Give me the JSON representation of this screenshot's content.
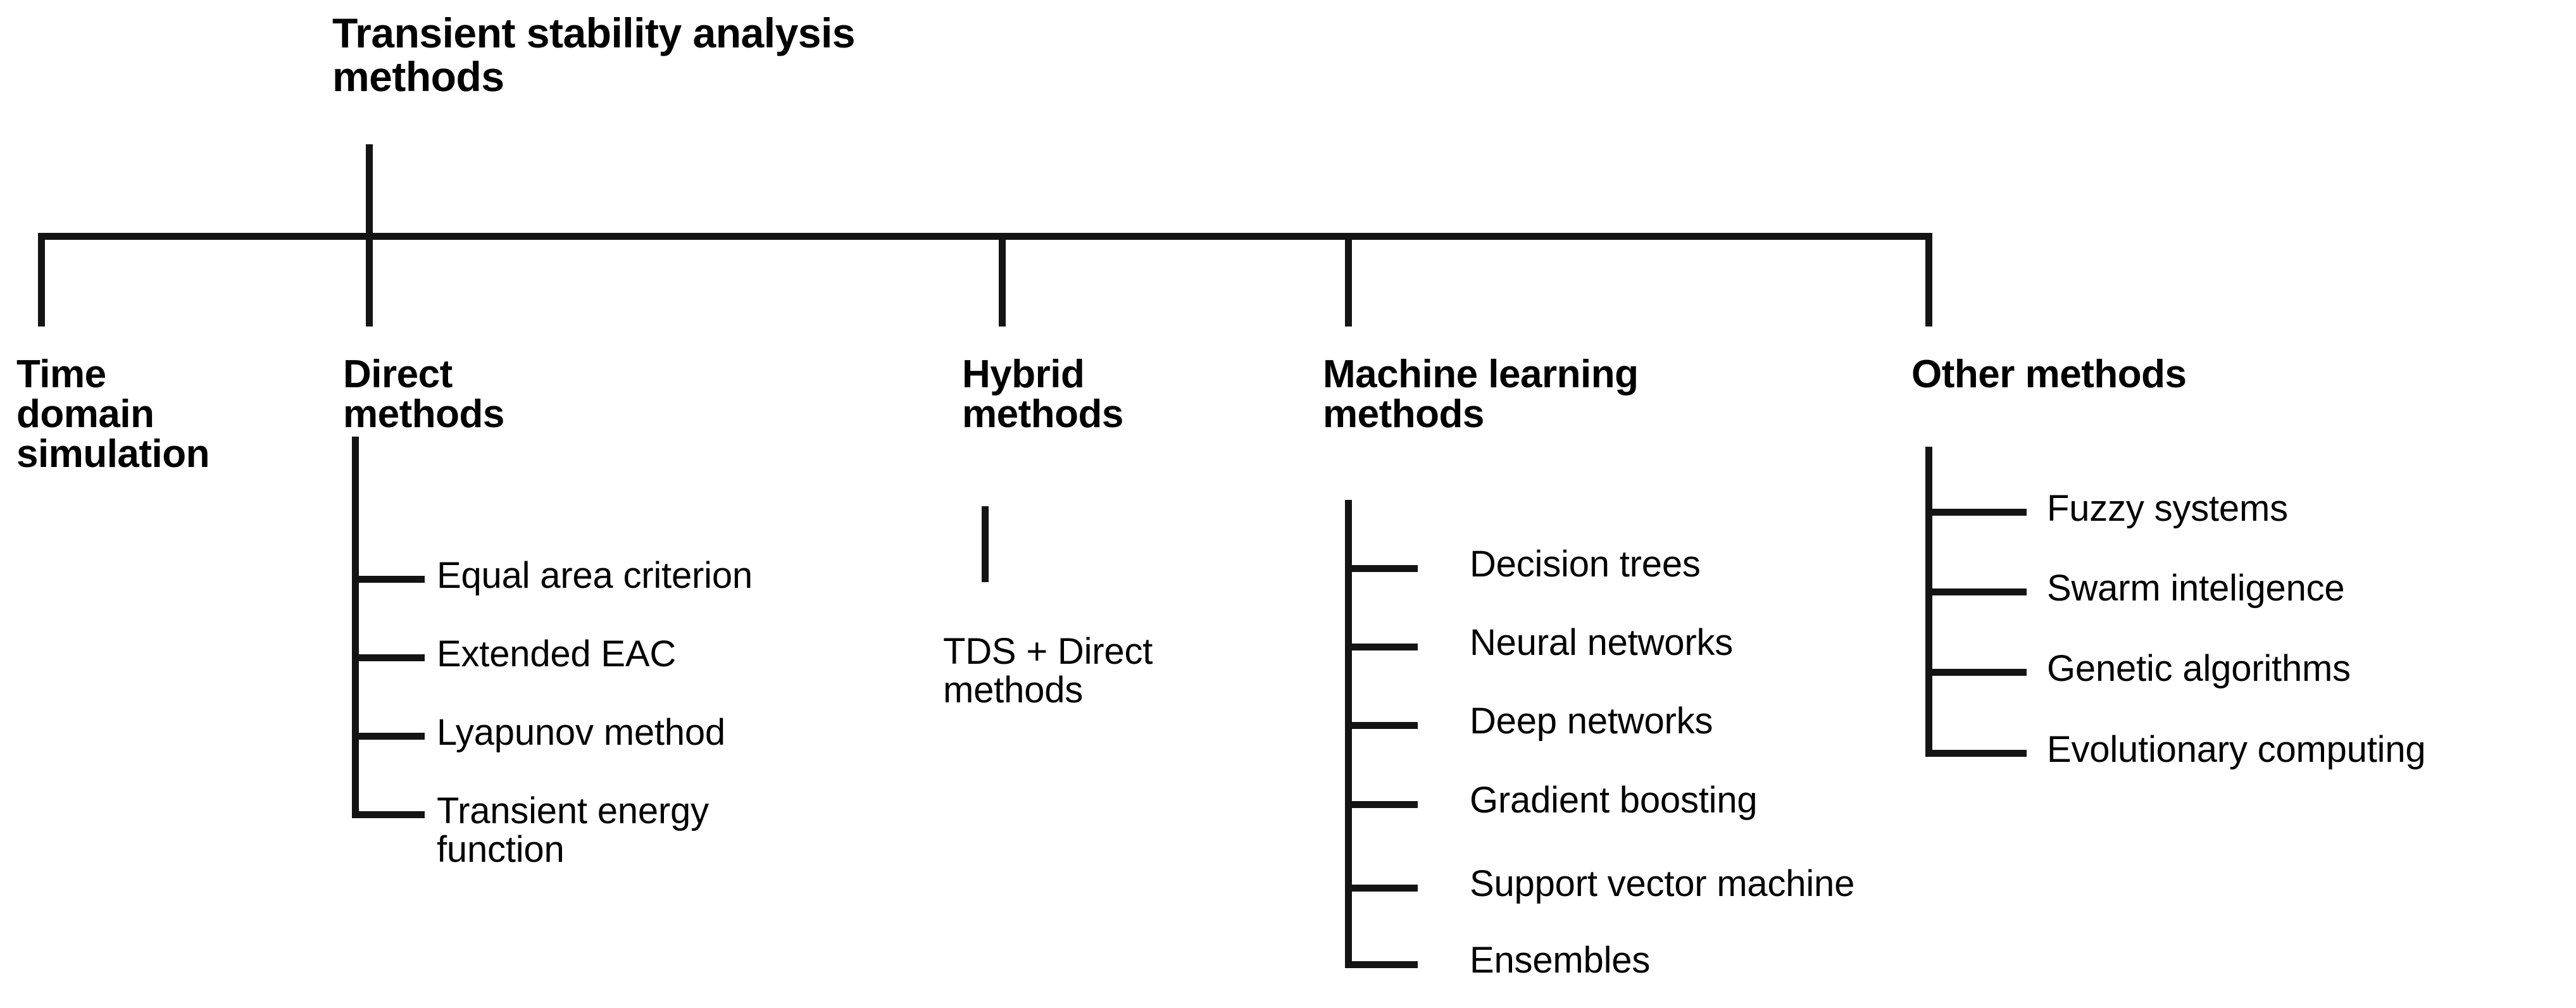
{
  "diagram": {
    "type": "tree",
    "orientation": "top-down",
    "line_color": "#141414",
    "background": "#ffffff",
    "title": "Transient stability analysis\nmethods",
    "branches": [
      {
        "id": "time-domain-simulation",
        "label": "Time\ndomain\nsimulation",
        "children": []
      },
      {
        "id": "direct-methods",
        "label": "Direct\nmethods",
        "children": [
          {
            "label": "Equal area criterion"
          },
          {
            "label": "Extended EAC"
          },
          {
            "label": "Lyapunov method"
          },
          {
            "label": "Transient energy\nfunction"
          }
        ]
      },
      {
        "id": "hybrid-methods",
        "label": "Hybrid\nmethods",
        "children": [
          {
            "label": "TDS + Direct\nmethods"
          }
        ]
      },
      {
        "id": "machine-learning-methods",
        "label": "Machine learning\nmethods",
        "children": [
          {
            "label": "Decision trees"
          },
          {
            "label": "Neural networks"
          },
          {
            "label": "Deep networks"
          },
          {
            "label": "Gradient boosting"
          },
          {
            "label": "Support vector machine"
          },
          {
            "label": "Ensembles"
          }
        ]
      },
      {
        "id": "other-methods",
        "label": "Other methods",
        "children": [
          {
            "label": "Fuzzy systems"
          },
          {
            "label": "Swarm inteligence"
          },
          {
            "label": "Genetic algorithms"
          },
          {
            "label": "Evolutionary computing"
          }
        ]
      }
    ]
  }
}
